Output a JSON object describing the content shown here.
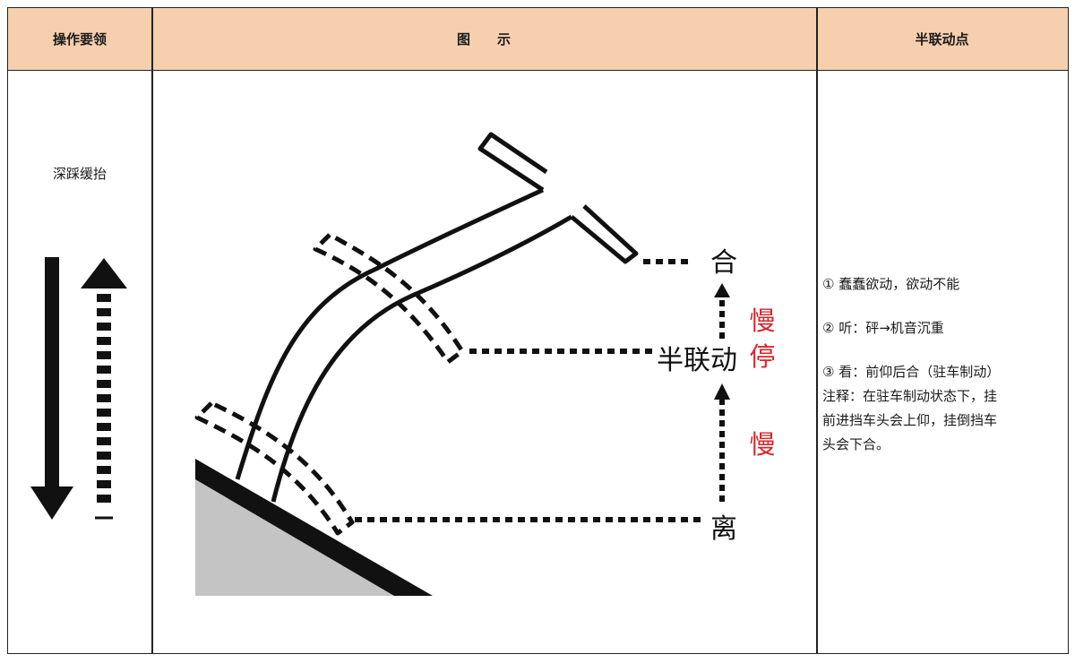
{
  "header": {
    "col1": "操作要领",
    "col2": "图　　示",
    "col3": "半联动点"
  },
  "operation": {
    "text": "深踩缓抬"
  },
  "diagram": {
    "label_top": "合",
    "label_mid": "半联动",
    "label_bottom": "离",
    "speed_upper": "慢",
    "speed_stop": "停",
    "speed_lower": "慢",
    "colors": {
      "red": "#d8262d",
      "gray": "#c4c4c4",
      "black": "#111111",
      "header_bg": "#f6cfae"
    }
  },
  "points": {
    "item1": "① 蠢蠢欲动，欲动不能",
    "item2": "② 听：砰→机音沉重",
    "item3_line1": "③ 看：前仰后合（驻车制动）",
    "item3_line2": "注释：在驻车制动状态下，挂",
    "item3_line3": "前进挡车头会上仰，挂倒挡车",
    "item3_line4": "头会下合。"
  }
}
